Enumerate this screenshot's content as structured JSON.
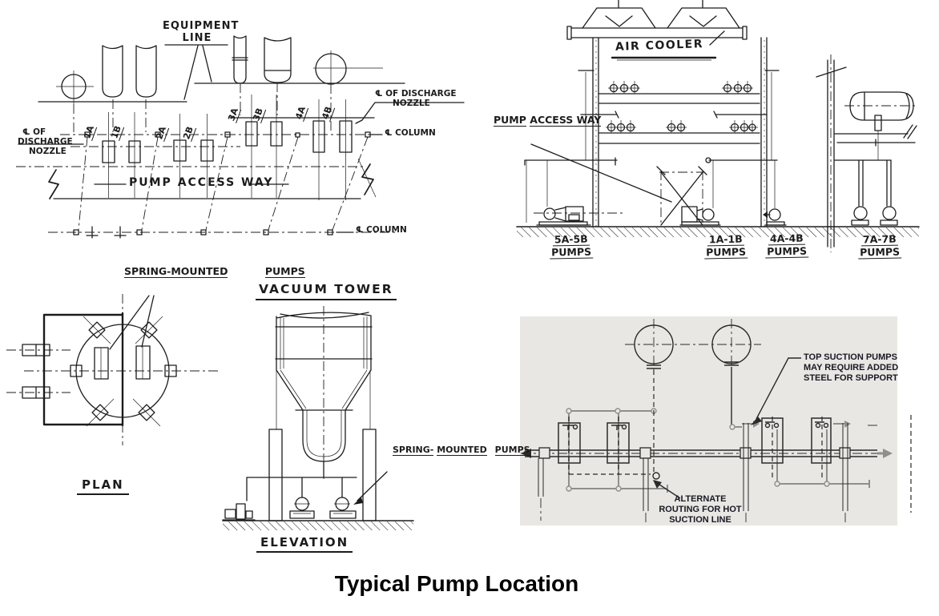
{
  "title": "Typical Pump Location",
  "colors": {
    "ink": "#1c1c1c",
    "pipe_gray": "#8f8f8f",
    "panel_bg": "#e8e7e3",
    "note_ink": "#191924"
  },
  "plan_top_left": {
    "equipment_line": {
      "l1": "EQUIPMENT",
      "l2": "LINE"
    },
    "discharge_nozzle_left": {
      "l1": "℄ OF",
      "l2": "DISCHARGE",
      "l3": "NOZZLE"
    },
    "discharge_nozzle_right": {
      "l1": "℄ OF DISCHARGE",
      "l2": "NOZZLE"
    },
    "column_centerline_top": "℄ COLUMN",
    "column_centerline_bottom": "℄ COLUMN",
    "pump_access_way": "PUMP ACCESS WAY",
    "pump_tags": [
      "1A",
      "1B",
      "2A",
      "2B",
      "3A",
      "3B",
      "4A",
      "4B"
    ]
  },
  "elevation_top_right": {
    "air_cooler": "AIR COOLER",
    "pump_access_way": {
      "l1": "PUMP",
      "l2": "ACCESS WAY"
    },
    "pump_groups": [
      {
        "l1": "5A-5B",
        "l2": "PUMPS"
      },
      {
        "l1": "1A-1B",
        "l2": "PUMPS"
      },
      {
        "l1": "4A-4B",
        "l2": "PUMPS"
      },
      {
        "l1": "7A-7B",
        "l2": "PUMPS"
      }
    ]
  },
  "plan_bottom_left": {
    "spring_mounted_pumps": {
      "l1": "SPRING-MOUNTED",
      "l2": "PUMPS"
    },
    "view_label": "PLAN"
  },
  "elevation_bottom_center": {
    "vacuum_tower": "VACUUM TOWER",
    "spring_mounted_pumps": {
      "l1": "SPRING-",
      "l2": "MOUNTED",
      "l3": "PUMPS"
    },
    "view_label": "ELEVATION"
  },
  "plan_bottom_right": {
    "note_top_suction": {
      "l1": "TOP SUCTION PUMPS",
      "l2": "MAY REQUIRE ADDED",
      "l3": "STEEL FOR SUPPORT"
    },
    "note_alternate_routing": {
      "l1": "ALTERNATE",
      "l2": "ROUTING FOR HOT",
      "l3": "SUCTION LINE"
    }
  }
}
